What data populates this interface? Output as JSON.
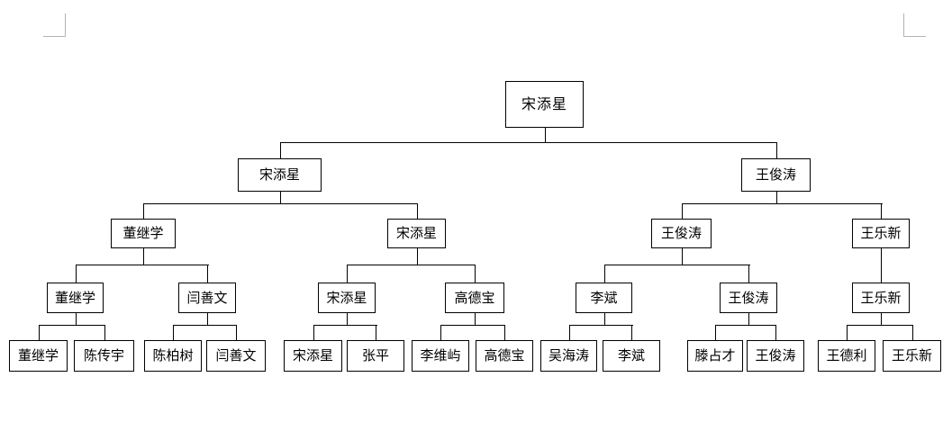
{
  "page": {
    "background_color": "#ffffff",
    "margin_mark_color": "#b3b3b3"
  },
  "org_chart": {
    "line_color": "#000000",
    "box_border_color": "#000000",
    "box_fill_color": "#ffffff",
    "text_color": "#000000",
    "nodes": [
      {
        "id": "n1",
        "label": "宋添星",
        "parent": null
      },
      {
        "id": "n2",
        "label": "宋添星",
        "parent": "n1"
      },
      {
        "id": "n3",
        "label": "王俊涛",
        "parent": "n1"
      },
      {
        "id": "n4",
        "label": "董继学",
        "parent": "n2"
      },
      {
        "id": "n5",
        "label": "宋添星",
        "parent": "n2"
      },
      {
        "id": "n6",
        "label": "王俊涛",
        "parent": "n3"
      },
      {
        "id": "n7",
        "label": "王乐新",
        "parent": "n3"
      },
      {
        "id": "n8",
        "label": "董继学",
        "parent": "n4"
      },
      {
        "id": "n9",
        "label": "闫善文",
        "parent": "n4"
      },
      {
        "id": "n10",
        "label": "宋添星",
        "parent": "n5"
      },
      {
        "id": "n11",
        "label": "高德宝",
        "parent": "n5"
      },
      {
        "id": "n12",
        "label": "李斌",
        "parent": "n6"
      },
      {
        "id": "n13",
        "label": "王俊涛",
        "parent": "n6"
      },
      {
        "id": "n14",
        "label": "王乐新",
        "parent": "n7"
      },
      {
        "id": "n15",
        "label": "董继学",
        "parent": "n8"
      },
      {
        "id": "n16",
        "label": "陈传宇",
        "parent": "n8"
      },
      {
        "id": "n17",
        "label": "陈柏树",
        "parent": "n9"
      },
      {
        "id": "n18",
        "label": "闫善文",
        "parent": "n9"
      },
      {
        "id": "n19",
        "label": "宋添星",
        "parent": "n10"
      },
      {
        "id": "n20",
        "label": "张平",
        "parent": "n10"
      },
      {
        "id": "n21",
        "label": "李维屿",
        "parent": "n11"
      },
      {
        "id": "n22",
        "label": "高德宝",
        "parent": "n11"
      },
      {
        "id": "n23",
        "label": "吴海涛",
        "parent": "n12"
      },
      {
        "id": "n24",
        "label": "李斌",
        "parent": "n12"
      },
      {
        "id": "n25",
        "label": "滕占才",
        "parent": "n13"
      },
      {
        "id": "n26",
        "label": "王俊涛",
        "parent": "n13"
      },
      {
        "id": "n27",
        "label": "王德利",
        "parent": "n14"
      },
      {
        "id": "n28",
        "label": "王乐新",
        "parent": "n14"
      }
    ]
  }
}
